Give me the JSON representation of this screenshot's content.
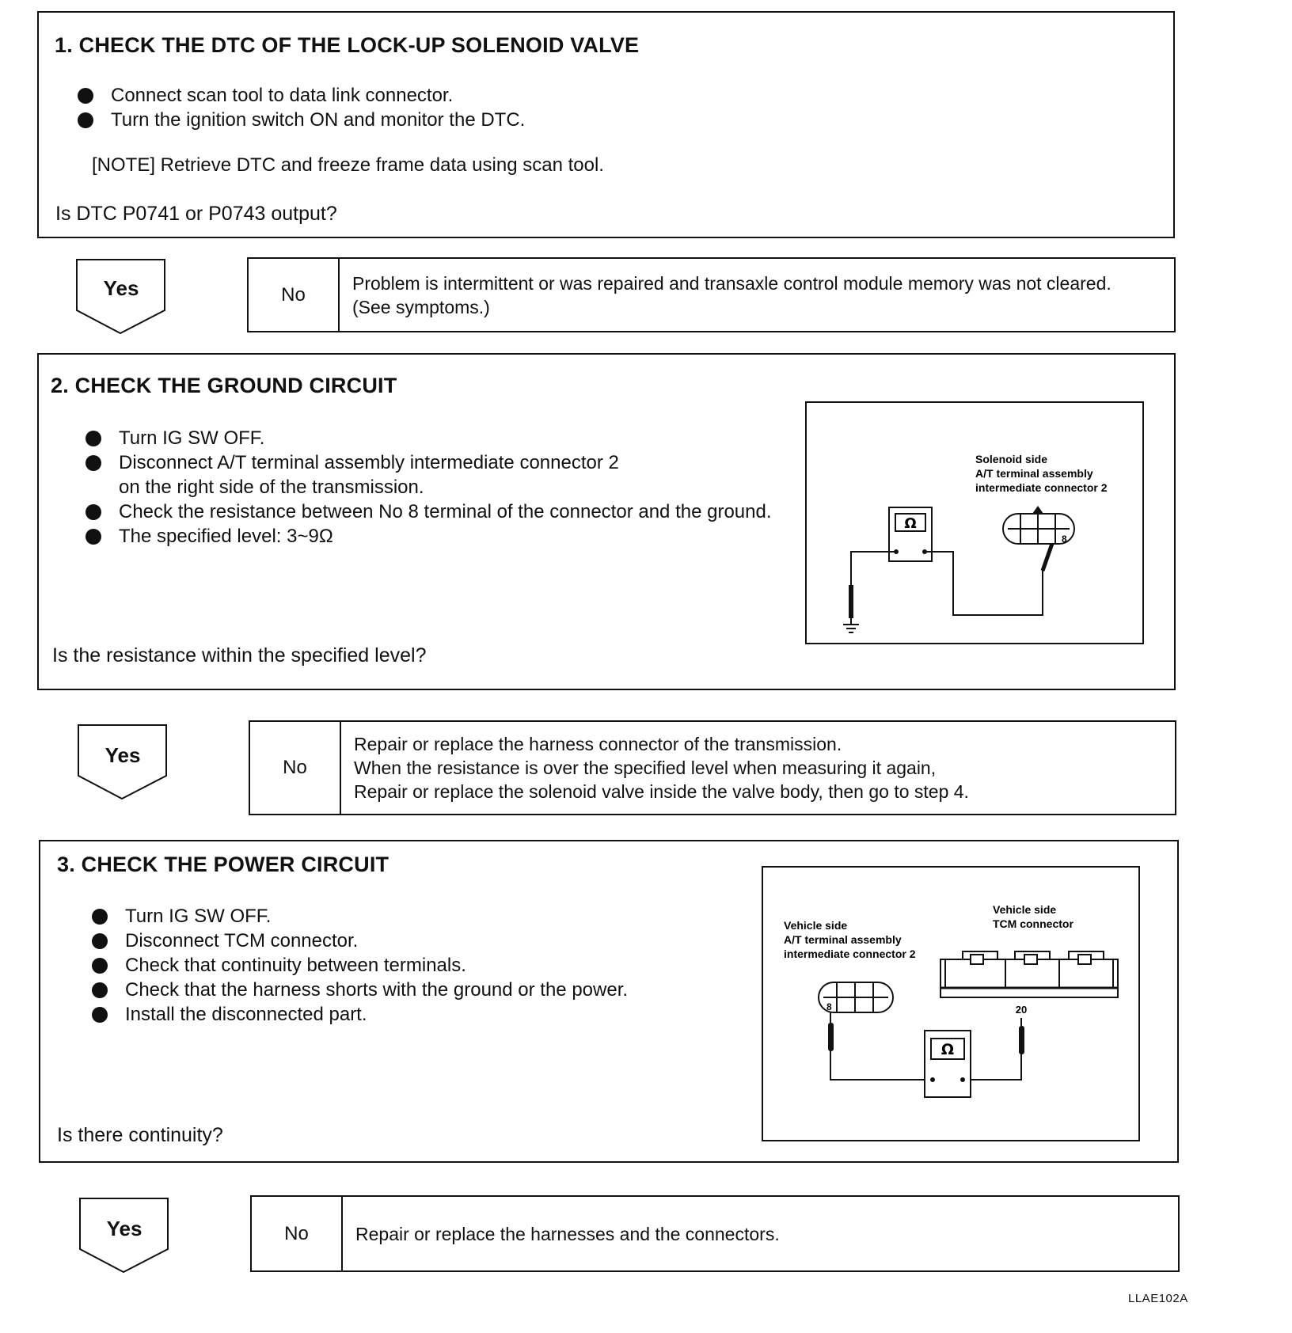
{
  "step1": {
    "title": "1. CHECK THE DTC OF THE LOCK-UP SOLENOID VALVE",
    "bullets": [
      "Connect scan tool to data link connector.",
      "Turn the ignition switch ON and monitor the DTC."
    ],
    "note": "[NOTE]  Retrieve DTC and freeze frame data using scan tool.",
    "question": "Is DTC P0741 or P0743 output?",
    "yes": "Yes",
    "no": "No",
    "no_text": [
      "Problem is intermittent or was repaired and transaxle control module memory was not cleared.",
      " (See symptoms.)"
    ]
  },
  "step2": {
    "title": "2.  CHECK THE GROUND CIRCUIT",
    "bullets": [
      "Turn IG SW OFF.",
      "Disconnect A/T terminal assembly intermediate connector 2",
      "on the right side of the transmission.",
      "Check the resistance between No 8 terminal of the connector and the ground.",
      "The specified level: 3~9Ω"
    ],
    "question": "Is the resistance within the specified level?",
    "diagram": {
      "label": [
        "Solenoid side",
        "A/T terminal assembly",
        "intermediate connector 2"
      ],
      "meter": "Ω",
      "pin": "8"
    },
    "yes": "Yes",
    "no": "No",
    "no_text": [
      "Repair or replace the harness connector of the transmission.",
      "When the resistance is over the specified level when measuring it again,",
      "Repair or replace the solenoid valve inside the valve body, then go to step 4."
    ]
  },
  "step3": {
    "title": "3.  CHECK THE POWER CIRCUIT",
    "bullets": [
      "Turn IG SW OFF.",
      "Disconnect TCM connector.",
      "Check that continuity between terminals.",
      "Check that the harness shorts with the ground or the power.",
      "Install the disconnected part."
    ],
    "question": "Is there continuity?",
    "diagram": {
      "left_label": [
        "Vehicle side",
        "A/T terminal assembly",
        "intermediate connector 2"
      ],
      "right_label": [
        "Vehicle side",
        "TCM connector"
      ],
      "meter": "Ω",
      "pin_left": "8",
      "pin_right": "20"
    },
    "yes": "Yes",
    "no": "No",
    "no_text": [
      "Repair or replace the harnesses and the connectors."
    ]
  },
  "figure_code": "LLAE102A"
}
